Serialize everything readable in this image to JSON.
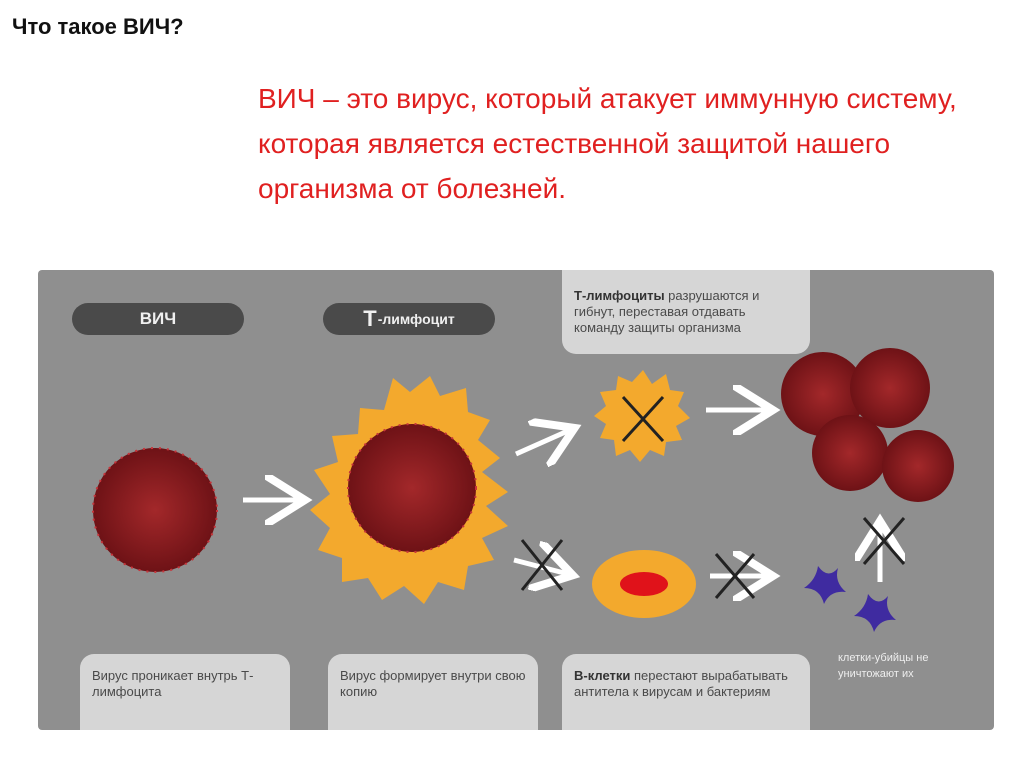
{
  "title": "Что такое ВИЧ?",
  "definition": "ВИЧ – это вирус, который атакует иммунную систему, которая является естественной защитой нашего организма от болезней.",
  "diagram": {
    "label_hiv": "ВИЧ",
    "label_t_big": "Т",
    "label_t_rest": "-лимфоцит",
    "note_top_bold": "Т-лимфоциты",
    "note_top_rest": " разрушаются и гибнут, переставая отдавать команду защиты организма",
    "note_bottom_1": "Вирус проникает внутрь Т-лимфоцита",
    "note_bottom_2": "Вирус формирует внутри свою копию",
    "note_bottom_3_bold": "В-клетки",
    "note_bottom_3_rest": " перестают вырабатывать антитела к вирусам и бактериям",
    "killer_note": "клетки-убийцы не уничтожают их"
  },
  "colors": {
    "title_red": "#e02020",
    "virus_red": "#8b1a1a",
    "tcell_orange": "#f3a92d",
    "killer_blue": "#3f2ba0",
    "panel_gray": "#8f8f8f"
  }
}
